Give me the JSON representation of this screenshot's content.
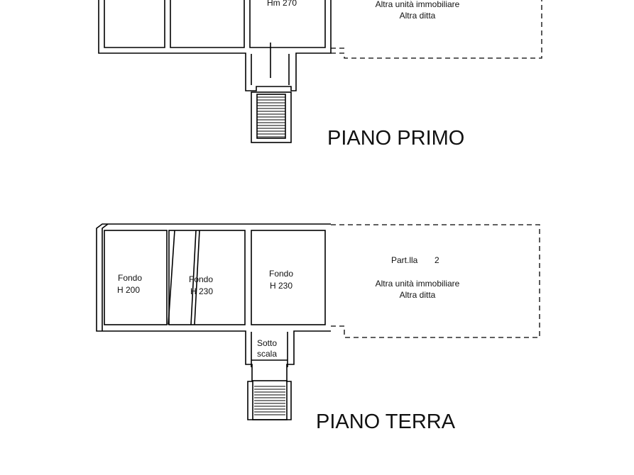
{
  "upper_floor": {
    "title": "PIANO PRIMO",
    "room_height": "Hm 270",
    "neighbor_line1": "Altra unità immobiliare",
    "neighbor_line2": "Altra ditta"
  },
  "ground_floor": {
    "title": "PIANO TERRA",
    "rooms": [
      {
        "name": "Fondo",
        "height": "H 200"
      },
      {
        "name": "Fondo",
        "height": "H 230"
      },
      {
        "name": "Fondo",
        "height": "H 230"
      }
    ],
    "under_stairs_line1": "Sotto",
    "under_stairs_line2": "scala",
    "parcel_label": "Part.lla",
    "parcel_number": "2",
    "neighbor_line1": "Altra unità immobiliare",
    "neighbor_line2": "Altra ditta"
  }
}
